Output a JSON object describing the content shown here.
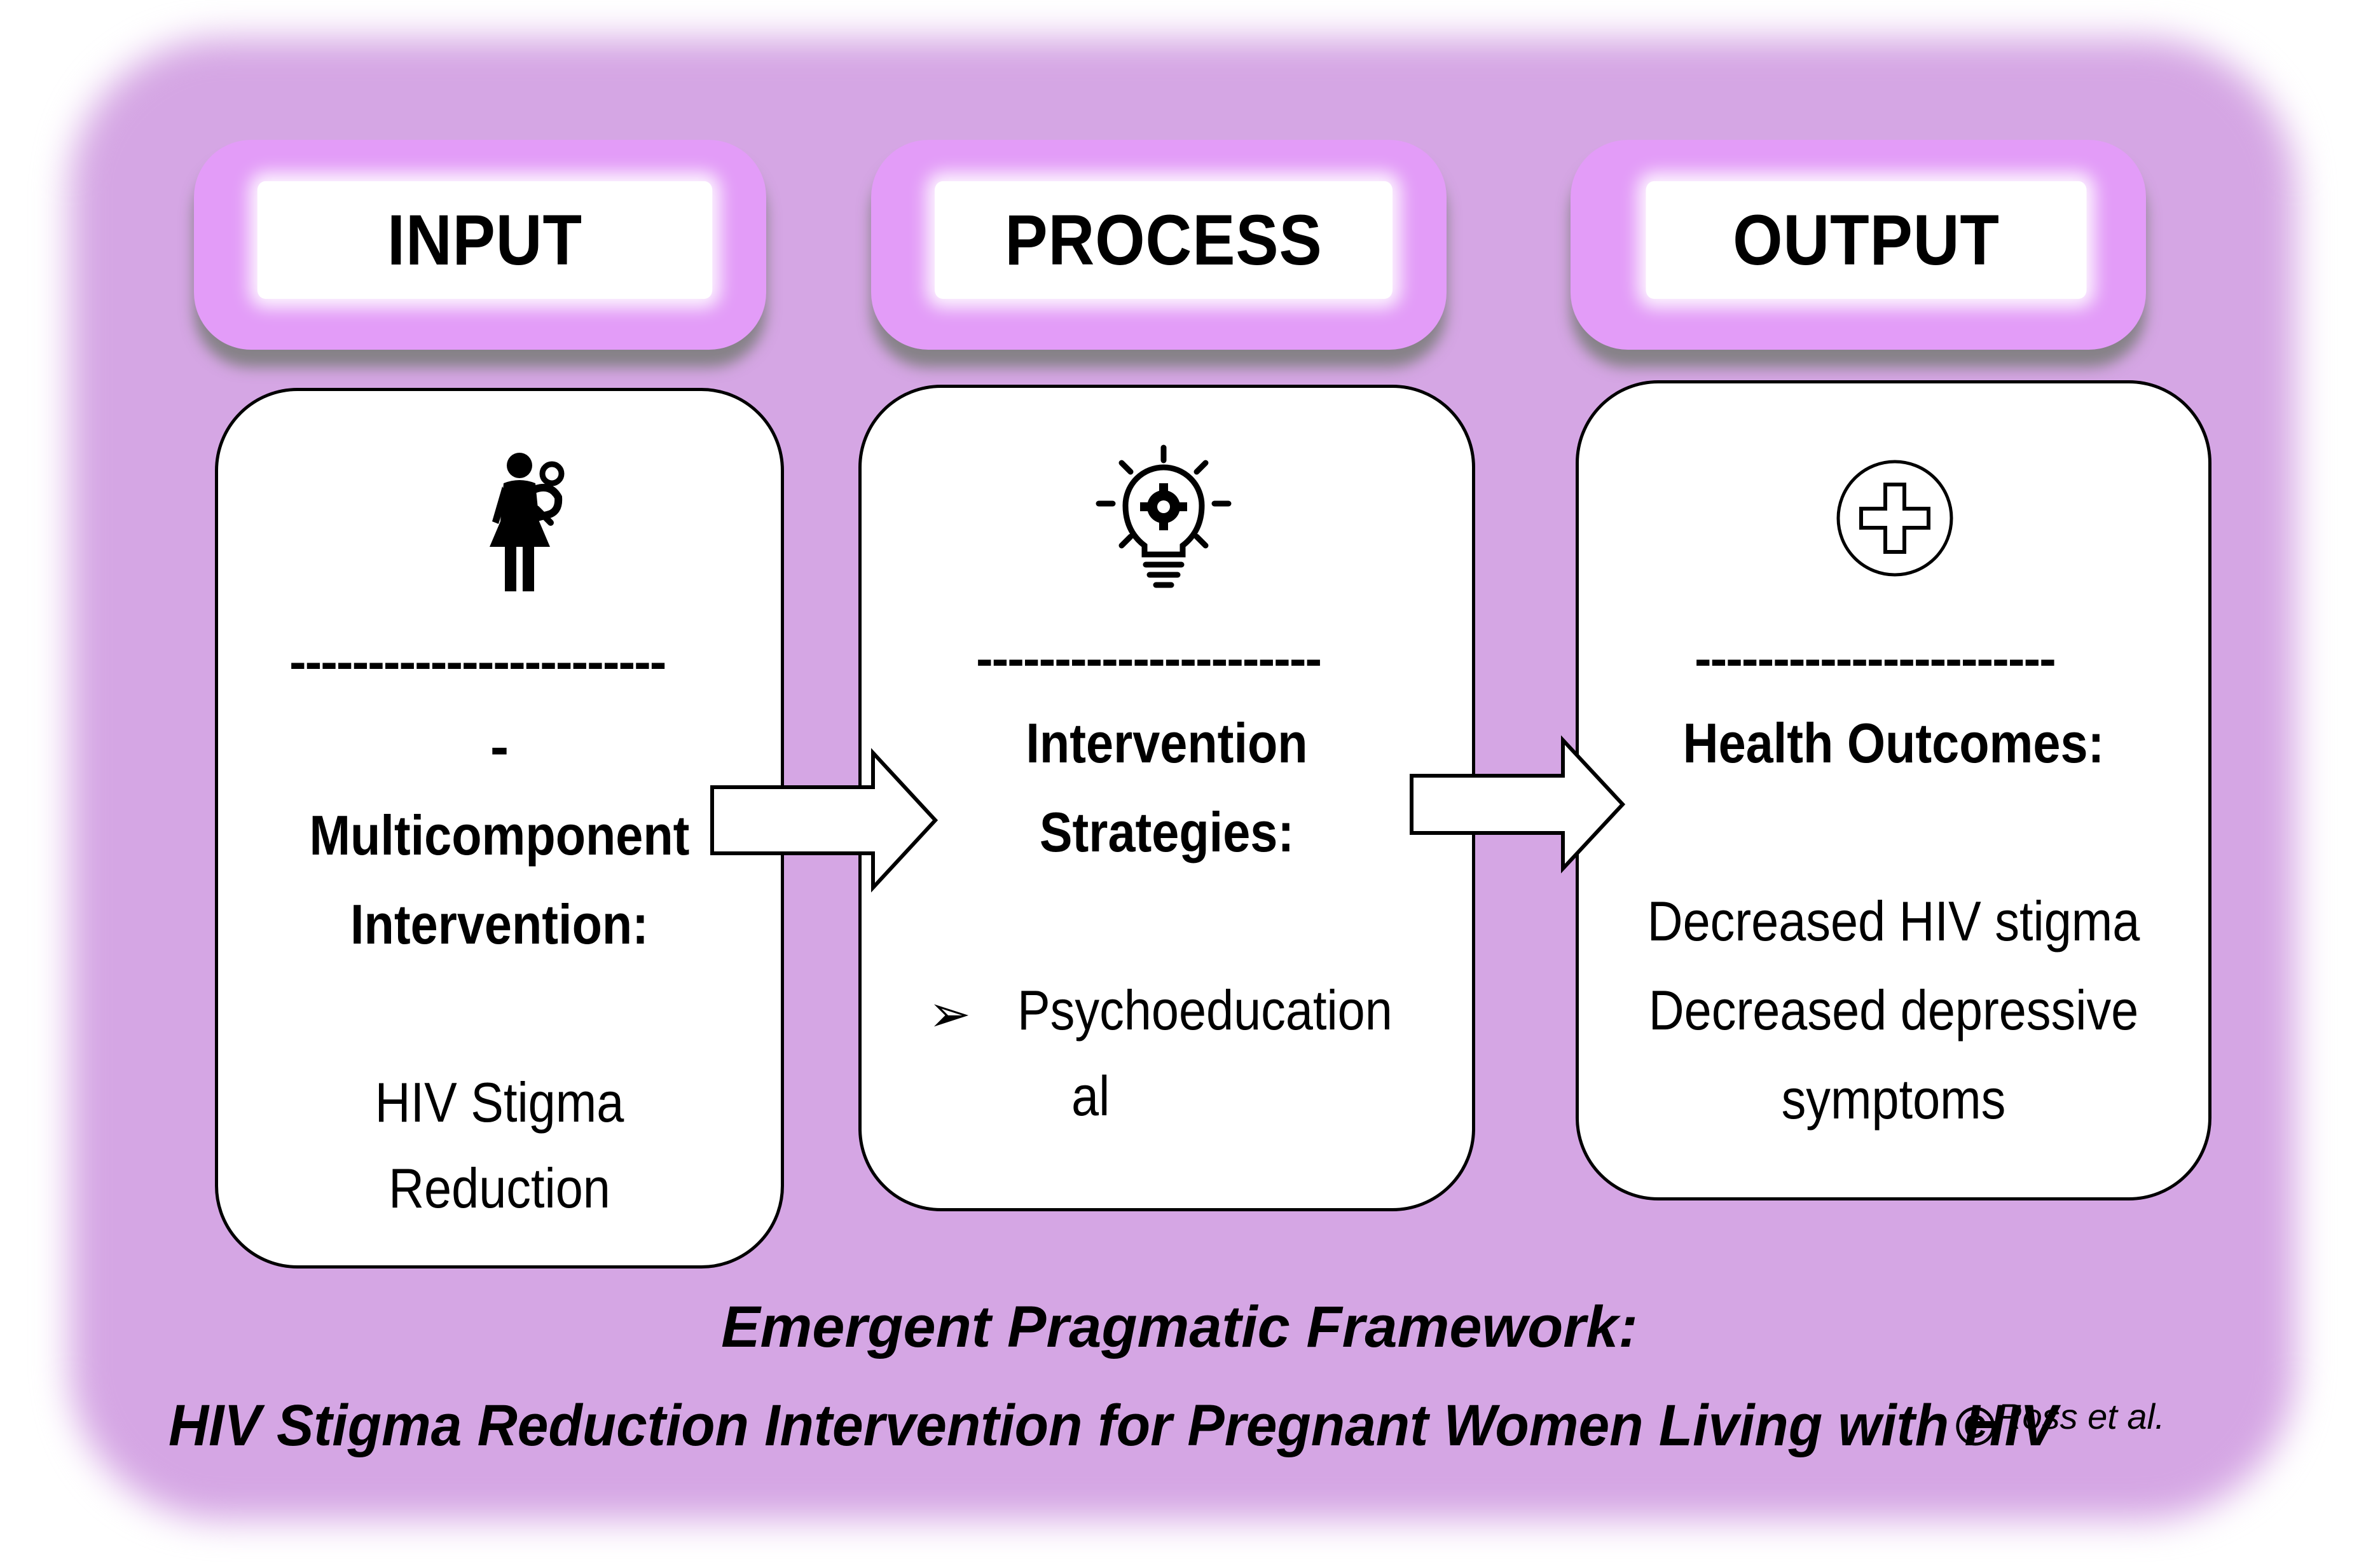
{
  "stages": {
    "input": {
      "title": "INPUT",
      "divider": "------------------------",
      "dash_line": "-",
      "heading_line1": "Multicomponent",
      "heading_line2": "Intervention:",
      "body_line1": "HIV Stigma",
      "body_line2": "Reduction"
    },
    "process": {
      "title": "PROCESS",
      "divider": "----------------------",
      "heading_line1": "Intervention",
      "heading_line2": "Strategies:",
      "bullet": "➢",
      "item_line1": "Psychoeducation",
      "item_line2": "al"
    },
    "output": {
      "title": "OUTPUT",
      "divider": "-----------------------",
      "heading": "Health Outcomes:",
      "line1": "Decreased HIV stigma",
      "line2": "Decreased depressive",
      "line3": "symptoms"
    }
  },
  "caption": {
    "line1": "Emergent Pragmatic Framework:",
    "line2": "HIV Stigma Reduction Intervention for Pregnant Women Living with HIV",
    "copyright_symbol": "©",
    "credit": "Ross et al."
  },
  "colors": {
    "background": "#d5a6e4",
    "tab_glow": "#e39cf8",
    "card": "#ffffff",
    "stroke": "#000000"
  },
  "icons": {
    "input": "mother-with-child-icon",
    "process": "lightbulb-gear-icon",
    "output": "medical-cross-icon"
  }
}
